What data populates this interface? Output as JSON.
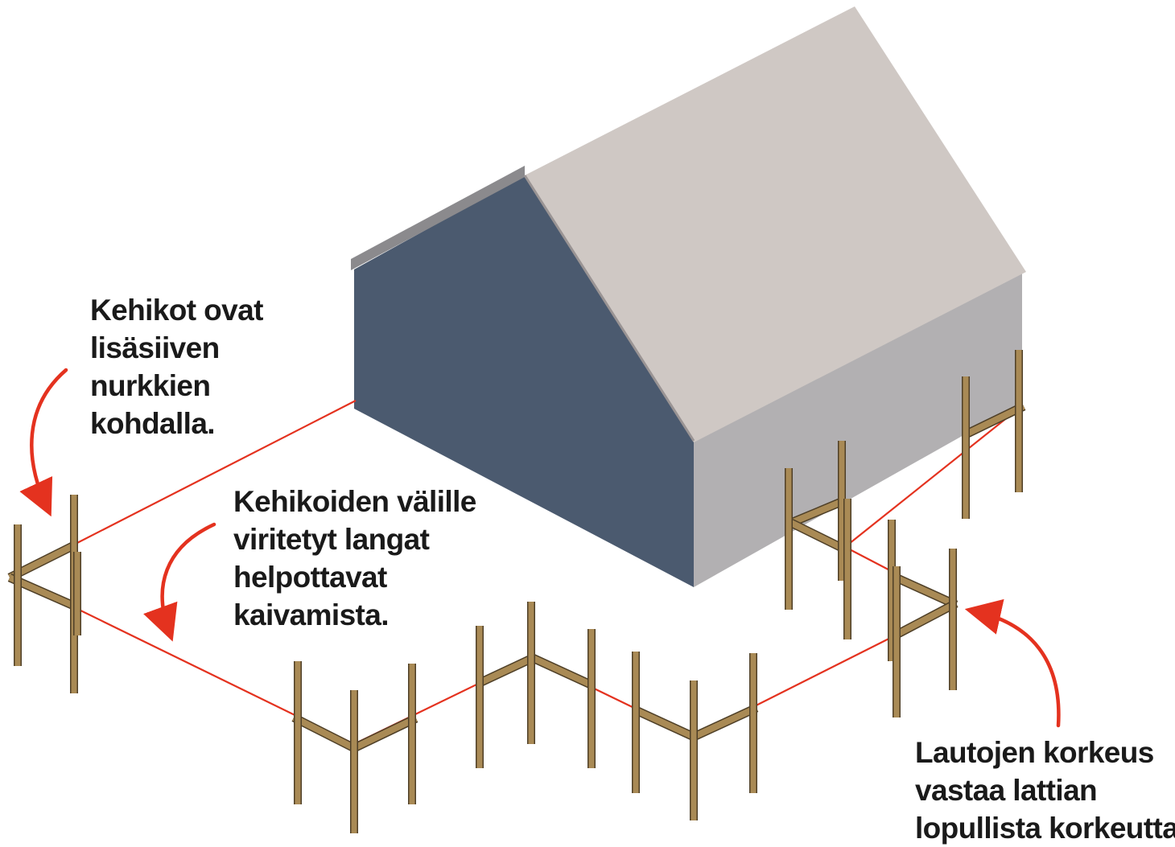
{
  "annotations": [
    {
      "id": "corners",
      "lines": [
        "Kehikot ovat",
        "lisäsiiven",
        "nurkkien",
        "kohdalla."
      ]
    },
    {
      "id": "strings",
      "lines": [
        "Kehikoiden välille",
        "viritetyt langat",
        "helpottavat",
        "kaivamista."
      ]
    },
    {
      "id": "height",
      "lines": [
        "Lautojen korkeus",
        "vastaa lattian",
        "lopullista korkeutta."
      ]
    }
  ],
  "colors": {
    "gable_wall": "#4a5a6e",
    "roof": "#cdc6c2",
    "side_wall": "#b0aeb0",
    "wood_light": "#a98a55",
    "wood_dark": "#5c4a2e",
    "string": "#e4321f",
    "arrow": "#e4321f",
    "text": "#1a1a1a"
  }
}
